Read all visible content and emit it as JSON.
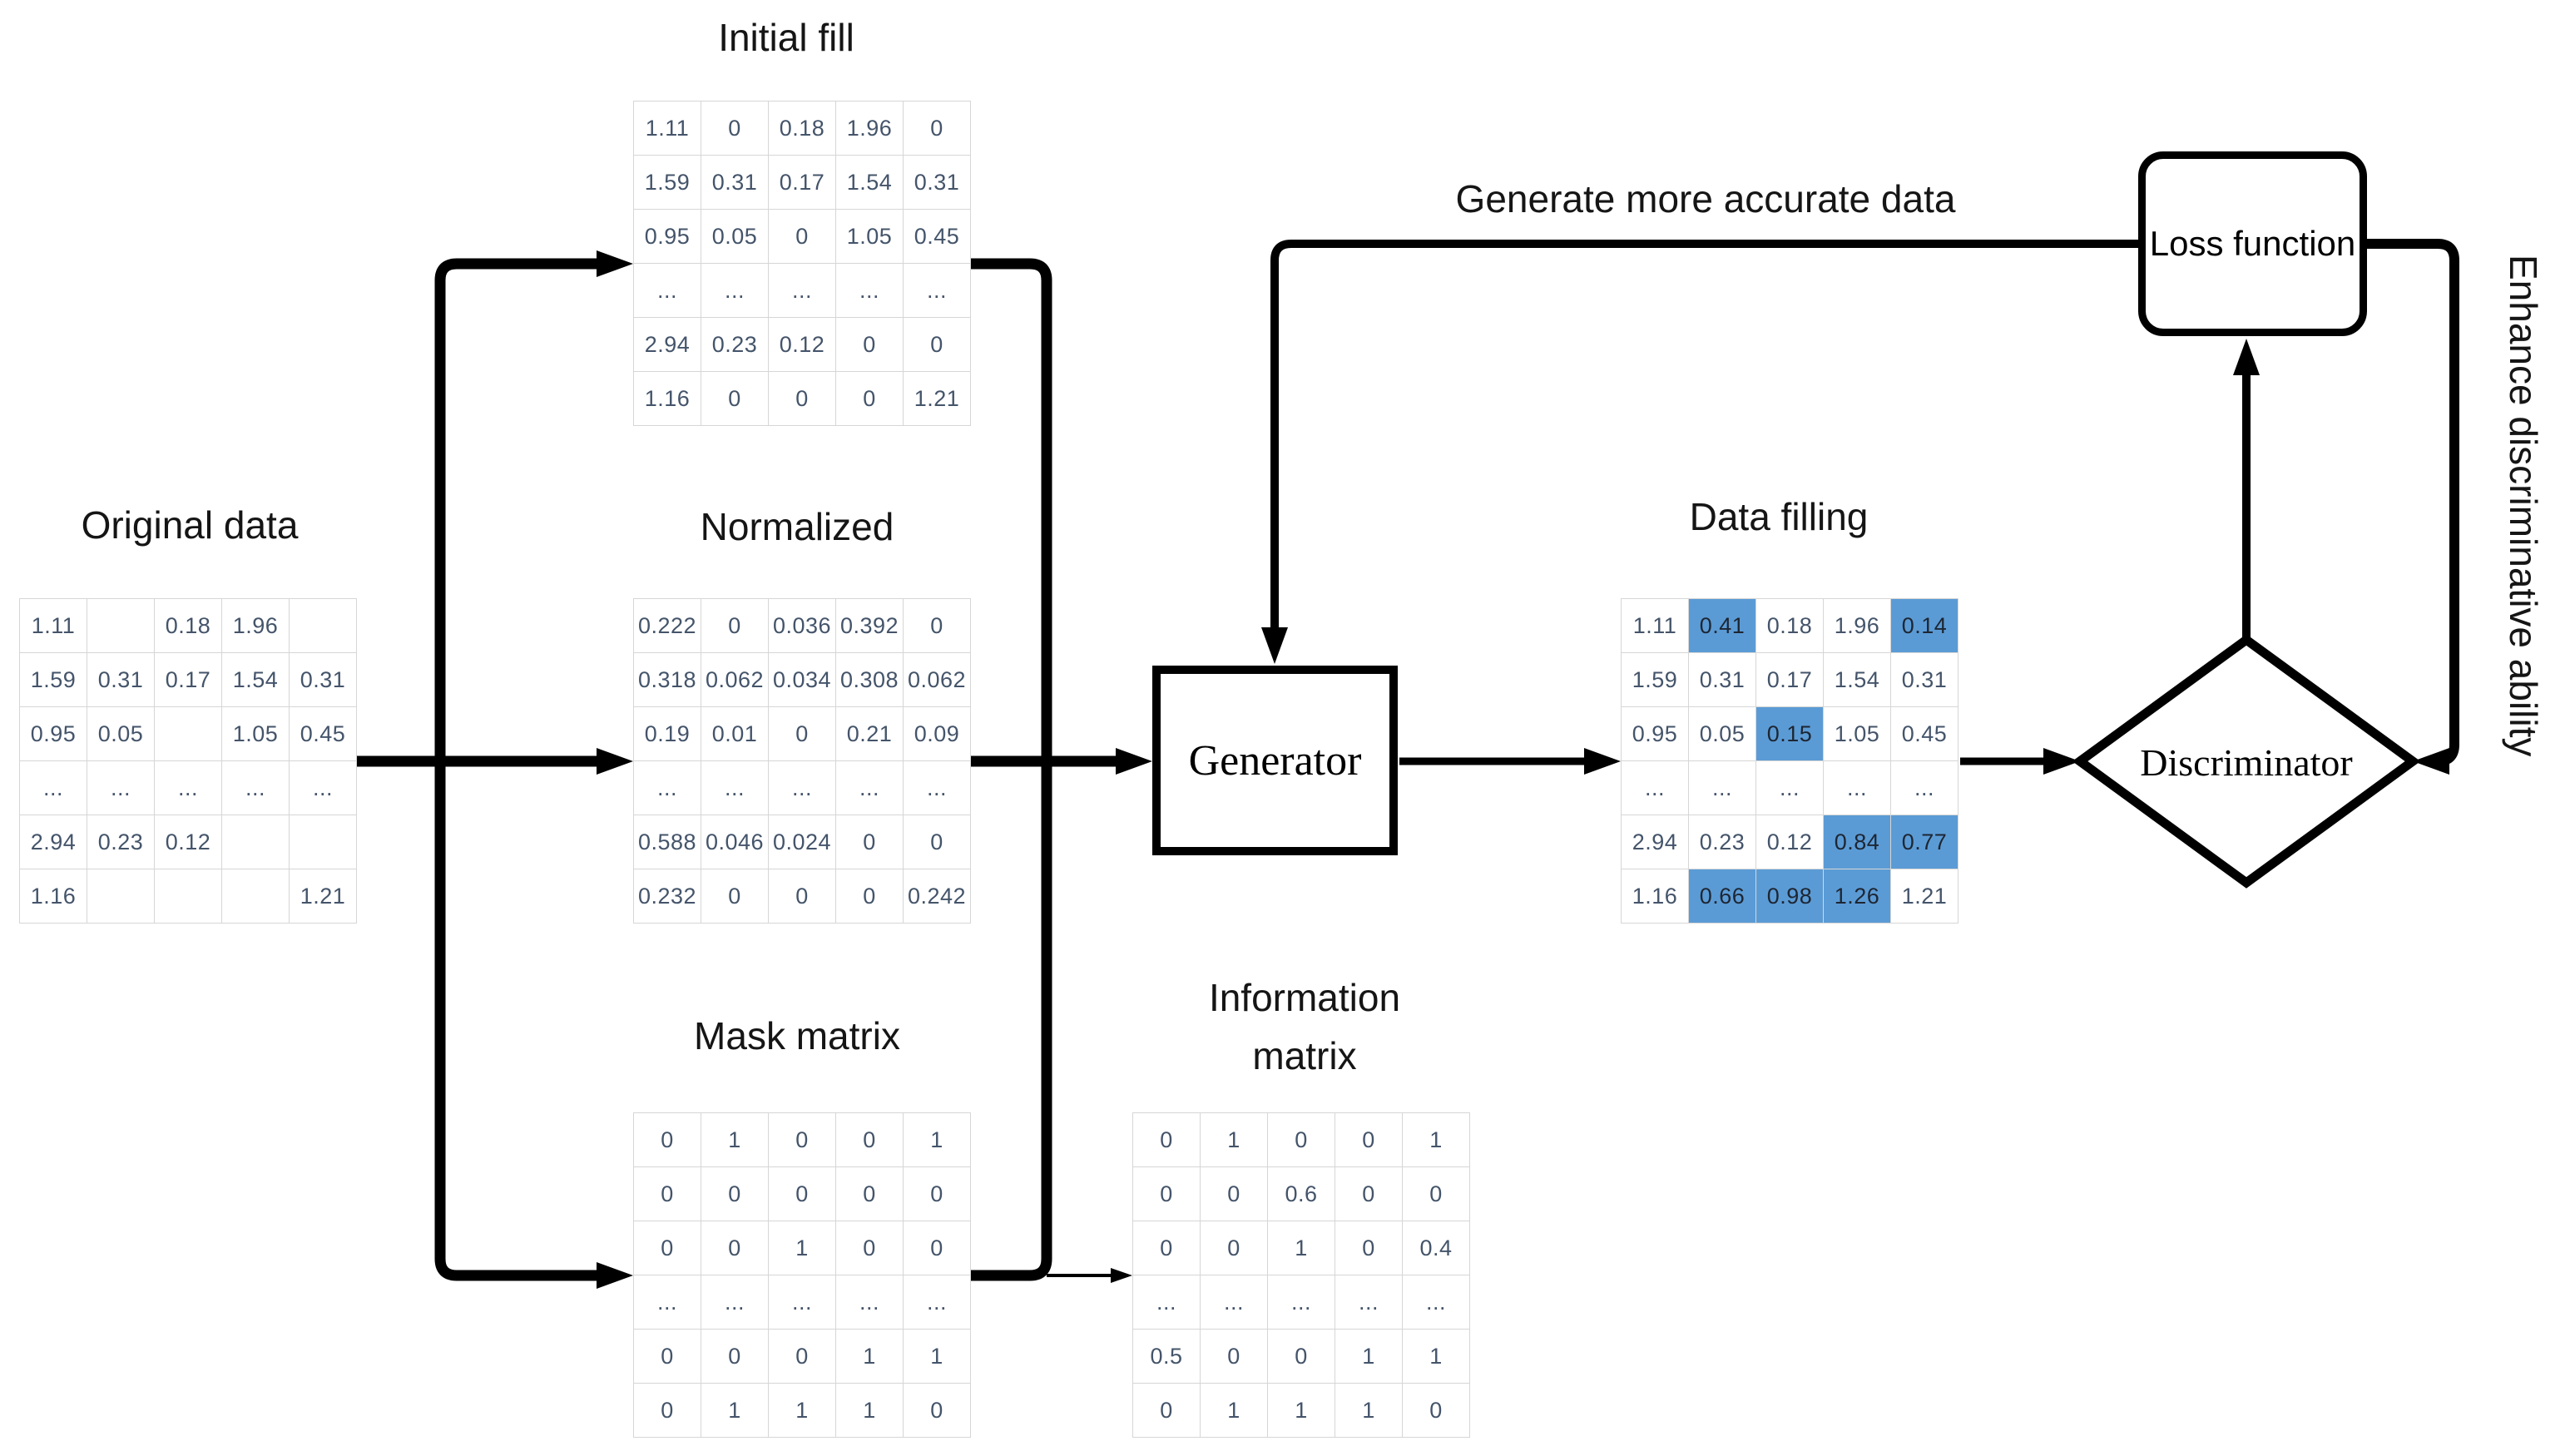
{
  "colors": {
    "highlight": "#5B9BD5",
    "grid_line": "#d6d6d6",
    "cell_text": "#44546A",
    "line": "#000000",
    "text": "#151515"
  },
  "labels": {
    "original_title": "Original data",
    "initial_fill_title": "Initial fill",
    "normalized_title": "Normalized",
    "mask_title": "Mask matrix",
    "information_title": "Information matrix",
    "data_filling_title": "Data filling",
    "generator": "Generator",
    "discriminator": "Discriminator",
    "loss_function": "Loss function",
    "top_annotation": "Generate more accurate data",
    "right_annotation": "Enhance discriminative ability"
  },
  "matrices": {
    "original": {
      "rows": [
        [
          "1.11",
          "",
          "0.18",
          "1.96",
          ""
        ],
        [
          "1.59",
          "0.31",
          "0.17",
          "1.54",
          "0.31"
        ],
        [
          "0.95",
          "0.05",
          "",
          "1.05",
          "0.45"
        ],
        [
          "...",
          "...",
          "...",
          "...",
          "..."
        ],
        [
          "2.94",
          "0.23",
          "0.12",
          "",
          ""
        ],
        [
          "1.16",
          "",
          "",
          "",
          "1.21"
        ]
      ]
    },
    "initial_fill": {
      "rows": [
        [
          "1.11",
          "0",
          "0.18",
          "1.96",
          "0"
        ],
        [
          "1.59",
          "0.31",
          "0.17",
          "1.54",
          "0.31"
        ],
        [
          "0.95",
          "0.05",
          "0",
          "1.05",
          "0.45"
        ],
        [
          "...",
          "...",
          "...",
          "...",
          "..."
        ],
        [
          "2.94",
          "0.23",
          "0.12",
          "0",
          "0"
        ],
        [
          "1.16",
          "0",
          "0",
          "0",
          "1.21"
        ]
      ]
    },
    "normalized": {
      "rows": [
        [
          "0.222",
          "0",
          "0.036",
          "0.392",
          "0"
        ],
        [
          "0.318",
          "0.062",
          "0.034",
          "0.308",
          "0.062"
        ],
        [
          "0.19",
          "0.01",
          "0",
          "0.21",
          "0.09"
        ],
        [
          "...",
          "...",
          "...",
          "...",
          "..."
        ],
        [
          "0.588",
          "0.046",
          "0.024",
          "0",
          "0"
        ],
        [
          "0.232",
          "0",
          "0",
          "0",
          "0.242"
        ]
      ]
    },
    "mask": {
      "rows": [
        [
          "0",
          "1",
          "0",
          "0",
          "1"
        ],
        [
          "0",
          "0",
          "0",
          "0",
          "0"
        ],
        [
          "0",
          "0",
          "1",
          "0",
          "0"
        ],
        [
          "...",
          "...",
          "...",
          "...",
          "..."
        ],
        [
          "0",
          "0",
          "0",
          "1",
          "1"
        ],
        [
          "0",
          "1",
          "1",
          "1",
          "0"
        ]
      ]
    },
    "information": {
      "rows": [
        [
          "0",
          "1",
          "0",
          "0",
          "1"
        ],
        [
          "0",
          "0",
          "0.6",
          "0",
          "0"
        ],
        [
          "0",
          "0",
          "1",
          "0",
          "0.4"
        ],
        [
          "...",
          "...",
          "...",
          "...",
          "..."
        ],
        [
          "0.5",
          "0",
          "0",
          "1",
          "1"
        ],
        [
          "0",
          "1",
          "1",
          "1",
          "0"
        ]
      ]
    },
    "data_filling": {
      "rows": [
        [
          "1.11",
          "0.41",
          "0.18",
          "1.96",
          "0.14"
        ],
        [
          "1.59",
          "0.31",
          "0.17",
          "1.54",
          "0.31"
        ],
        [
          "0.95",
          "0.05",
          "0.15",
          "1.05",
          "0.45"
        ],
        [
          "...",
          "...",
          "...",
          "...",
          "..."
        ],
        [
          "2.94",
          "0.23",
          "0.12",
          "0.84",
          "0.77"
        ],
        [
          "1.16",
          "0.66",
          "0.98",
          "1.26",
          "1.21"
        ]
      ],
      "highlights": [
        [
          0,
          1
        ],
        [
          0,
          4
        ],
        [
          2,
          2
        ],
        [
          4,
          3
        ],
        [
          4,
          4
        ],
        [
          5,
          1
        ],
        [
          5,
          2
        ],
        [
          5,
          3
        ]
      ]
    }
  }
}
